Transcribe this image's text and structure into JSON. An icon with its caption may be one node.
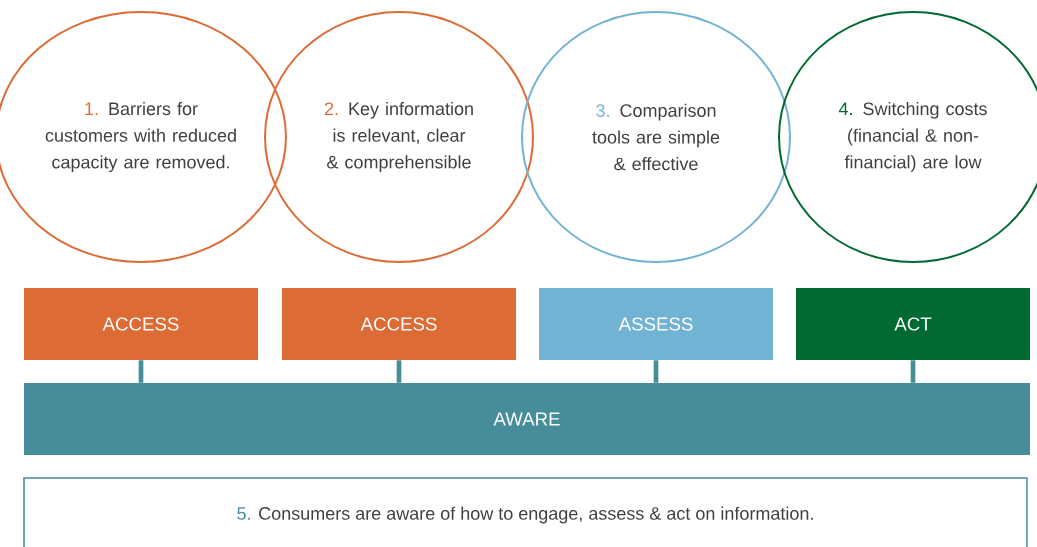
{
  "diagram": {
    "nodes": [
      {
        "text": [
          "1.",
          "Barriers for customers with reduced capacity are removed."
        ]
      },
      {
        "text": [
          "2.",
          "Key information is relevant, clear & comprehensible"
        ]
      },
      {
        "text": [
          "3.",
          "Comparison tools are simple & effective"
        ]
      },
      {
        "text": [
          "4.",
          "Switching costs (financial & non-financial) are low"
        ]
      },
      {
        "text": [
          "ACCESS"
        ]
      },
      {
        "text": [
          "ACCESS"
        ]
      },
      {
        "text": [
          "ASSESS"
        ]
      },
      {
        "text": [
          "ACT"
        ]
      },
      {
        "text": [
          "AWARE"
        ]
      },
      {
        "text": [
          "5.",
          "Consumers are aware of how to engage, assess & act on information."
        ]
      }
    ],
    "edges": [
      {
        "from": 4,
        "to": 8,
        "arrow": "none"
      },
      {
        "from": 5,
        "to": 8,
        "arrow": "none"
      },
      {
        "from": 6,
        "to": 8,
        "arrow": "none"
      },
      {
        "from": 7,
        "to": 8,
        "arrow": "none"
      }
    ]
  }
}
